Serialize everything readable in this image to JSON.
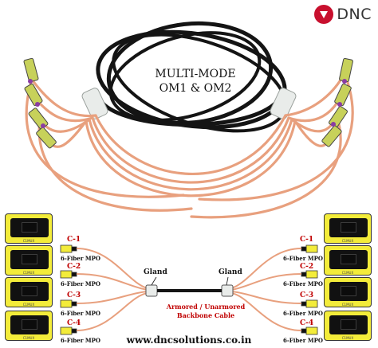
{
  "logo": {
    "brand": "DNC"
  },
  "title": {
    "line1": "MULTI-MODE",
    "line2": "OM1 & OM2"
  },
  "left_breakouts": [
    {
      "channel": "C-1",
      "type": "6-Fiber MPO"
    },
    {
      "channel": "C-2",
      "type": "6-Fiber MPO"
    },
    {
      "channel": "C-3",
      "type": "6-Fiber MPO"
    },
    {
      "channel": "C-4",
      "type": "6-Fiber MPO"
    }
  ],
  "right_breakouts": [
    {
      "channel": "C-1",
      "type": "6-Fiber MPO"
    },
    {
      "channel": "C-2",
      "type": "6-Fiber MPO"
    },
    {
      "channel": "C-3",
      "type": "6-Fiber MPO"
    },
    {
      "channel": "C-4",
      "type": "6-Fiber MPO"
    }
  ],
  "gland_left": "Gland",
  "gland_right": "Gland",
  "backbone": {
    "line1": "Armored / Unarmored",
    "line2": "Backbone Cable"
  },
  "website": "www.dncsolutions.co.in",
  "colors": {
    "brand_red": "#c8102e",
    "label_red": "#c00000",
    "fiber_orange": "#e8a07e",
    "connector_yellow": "#f3ec3a",
    "cable_black": "#141414"
  }
}
